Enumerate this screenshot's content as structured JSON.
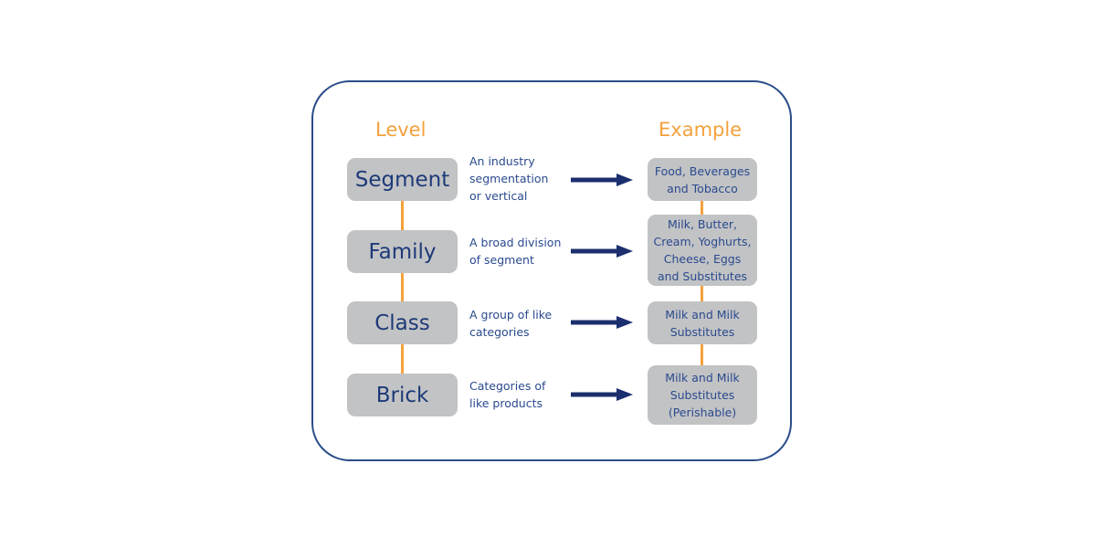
{
  "headers": {
    "level": "Level",
    "example": "Example"
  },
  "rows": [
    {
      "level": "Segment",
      "description": "An industry\nsegmentation\nor vertical",
      "example": "Food, Beverages\nand Tobacco"
    },
    {
      "level": "Family",
      "description": "A broad division\nof segment",
      "example": "Milk, Butter,\nCream, Yoghurts,\nCheese, Eggs\nand Substitutes"
    },
    {
      "level": "Class",
      "description": "A group of like\ncategories",
      "example": "Milk and Milk\nSubstitutes"
    },
    {
      "level": "Brick",
      "description": "Categories of\nlike products",
      "example": "Milk and Milk\nSubstitutes\n(Perishable)"
    }
  ],
  "colors": {
    "accent": "#f4a13c",
    "navy": "#1d3a78",
    "box": "#c2c3c5",
    "border": "#2b4d8a"
  }
}
